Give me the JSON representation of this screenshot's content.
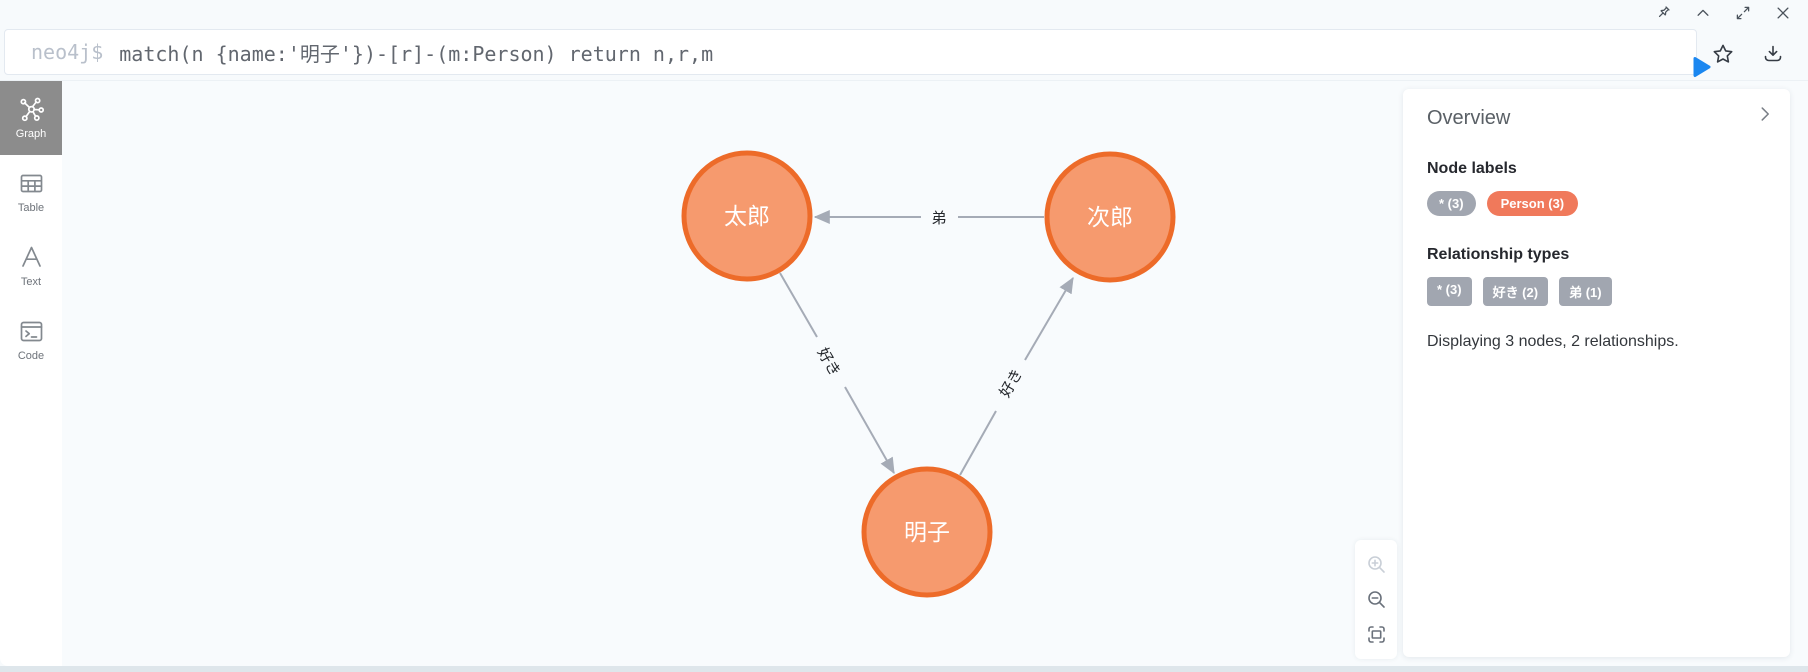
{
  "header": {
    "prompt": "neo4j$",
    "query": "match(n {name:'明子'})-[r]-(m:Person) return n,r,m"
  },
  "sidebar": {
    "tabs": [
      {
        "label": "Graph",
        "selected": true
      },
      {
        "label": "Table",
        "selected": false
      },
      {
        "label": "Text",
        "selected": false
      },
      {
        "label": "Code",
        "selected": false
      }
    ]
  },
  "graph": {
    "nodes": [
      {
        "caption": "太郎"
      },
      {
        "caption": "次郎"
      },
      {
        "caption": "明子"
      }
    ],
    "relationships": [
      {
        "type": "弟",
        "from": "次郎",
        "to": "太郎"
      },
      {
        "type": "好き",
        "from": "太郎",
        "to": "明子"
      },
      {
        "type": "好き",
        "from": "明子",
        "to": "次郎"
      }
    ],
    "colors": {
      "node_fill": "#F69A6E",
      "node_border": "#ED6B29",
      "edge": "#A5ABB6"
    }
  },
  "panel": {
    "title": "Overview",
    "node_labels_heading": "Node labels",
    "node_label_pills": [
      "* (3)",
      "Person (3)"
    ],
    "relationship_types_heading": "Relationship types",
    "relationship_type_pills": [
      "* (3)",
      "好き (2)",
      "弟 (1)"
    ],
    "summary": "Displaying 3 nodes, 2 relationships."
  },
  "colors": {
    "play_button": "#1B87F0",
    "person_pill": "#F0795B",
    "gray_pill": "#A1A6B0"
  }
}
